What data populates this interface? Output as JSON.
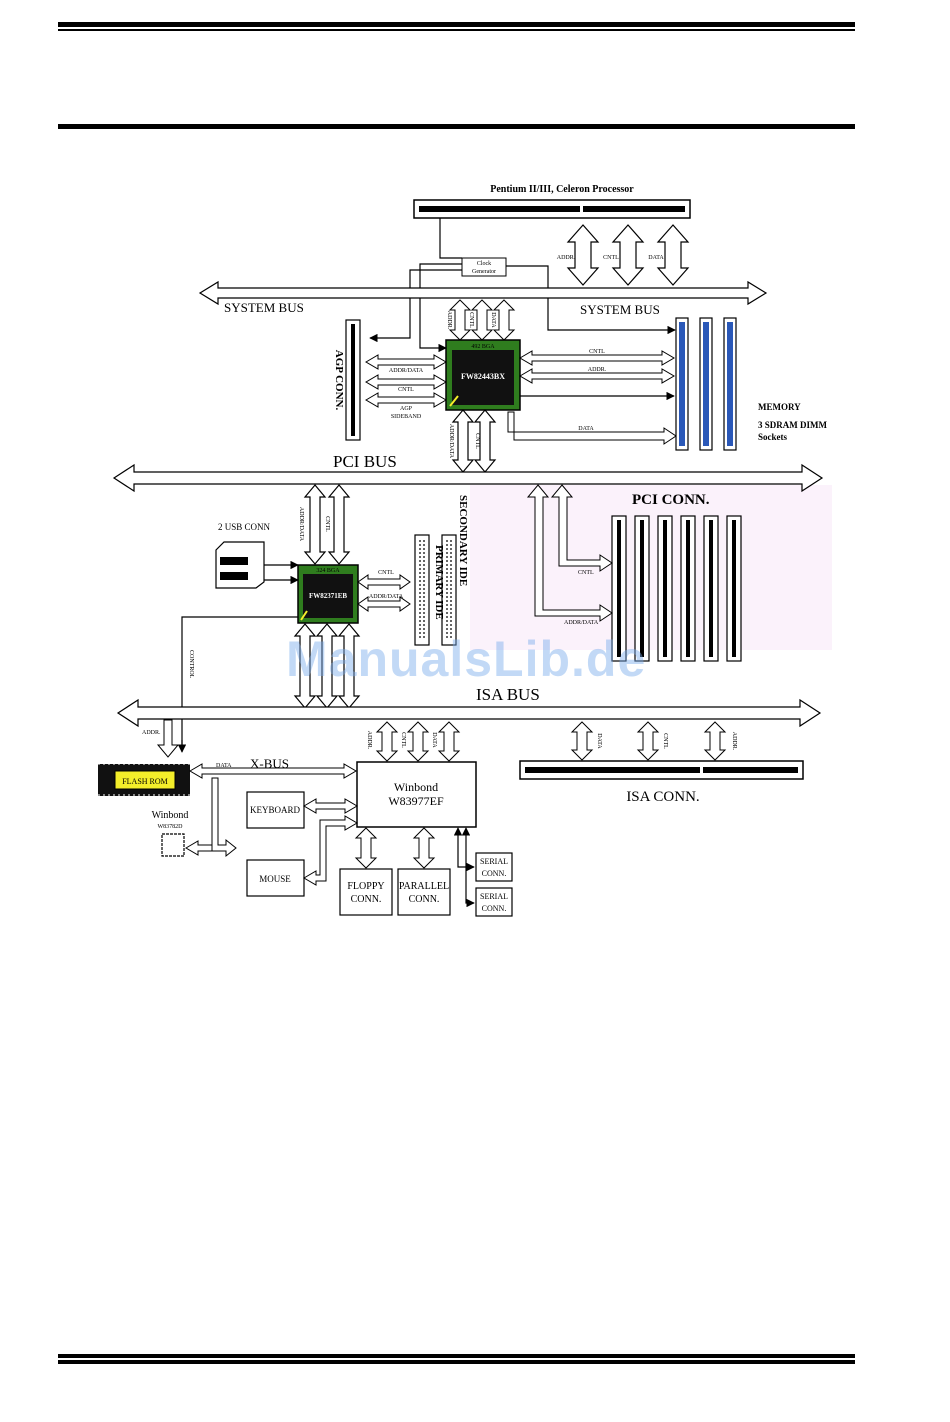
{
  "colors": {
    "chip_green": "#2f7d1e",
    "chip_core": "#111111",
    "dimm_blue": "#2a58b8",
    "flash_yellow": "#f4ee2a",
    "pci_shade": "#fbf2fb",
    "watermark": "#a7c5ee"
  },
  "labels": {
    "processor": "Pentium II/III, Celeron Processor",
    "clock_line1": "Clock",
    "clock_line2": "Generator",
    "system_bus_left": "SYSTEM BUS",
    "system_bus_right": "SYSTEM BUS",
    "cpu_addr": "ADDR.",
    "cpu_cntl": "CNTL",
    "cpu_data": "DATA",
    "nb_addr": "ADDR.",
    "nb_cntl": "CNTL",
    "nb_data": "DATA",
    "agp_conn": "AGP CONN.",
    "agp_addr_data": "ADDR/DATA",
    "agp_cntl": "CNTL",
    "agp_sideband_1": "AGP",
    "agp_sideband_2": "SIDEBAND",
    "northbridge_pkg": "492 BGA",
    "northbridge": "FW82443BX",
    "mem_cntl": "CNTL",
    "mem_addr": "ADDR.",
    "mem_data": "DATA",
    "memory_1": "MEMORY",
    "memory_2": "3 SDRAM DIMM",
    "memory_3": "Sockets",
    "nb_pci_addr_data": "ADDR/DATA",
    "nb_pci_cntl": "CNTL",
    "pci_bus": "PCI BUS",
    "pci_conn": "PCI CONN.",
    "pci_conn_cntl": "CNTL",
    "pci_conn_addr_data": "ADDR/DATA",
    "usb_conn": "2 USB CONN",
    "sb_pci_addr_data": "ADDR/DATA",
    "sb_pci_cntl": "CNTL",
    "southbridge_pkg": "324 BGA",
    "southbridge": "FW82371EB",
    "ide_cntl": "CNTL",
    "ide_addr_data": "ADDR/DATA",
    "primary_ide": "PRIMARY IDE",
    "secondary_ide": "SECONDARY IDE",
    "control": "CONTROL",
    "isa_bus": "ISA BUS",
    "isa_addr_left": "ADDR.",
    "xbus_data": "DATA",
    "x_bus": "X-BUS",
    "flash_rom": "FLASH ROM",
    "hw_monitor_1": "Winbond",
    "hw_monitor_2": "W83782D",
    "sio_addr": "ADDR.",
    "sio_cntl": "CNTL",
    "sio_data": "DATA",
    "superio_1": "Winbond",
    "superio_2": "W83977EF",
    "keyboard": "KEYBOARD",
    "mouse": "MOUSE",
    "floppy_1": "FLOPPY",
    "floppy_2": "CONN.",
    "parallel_1": "PARALLEL",
    "parallel_2": "CONN.",
    "serial1_1": "SERIAL",
    "serial1_2": "CONN.",
    "serial2_1": "SERIAL",
    "serial2_2": "CONN.",
    "isa_conn_data": "DATA",
    "isa_conn_cntl": "CNTL",
    "isa_conn_addr": "ADDR.",
    "isa_conn": "ISA CONN.",
    "watermark": "ManualsLib.de"
  }
}
